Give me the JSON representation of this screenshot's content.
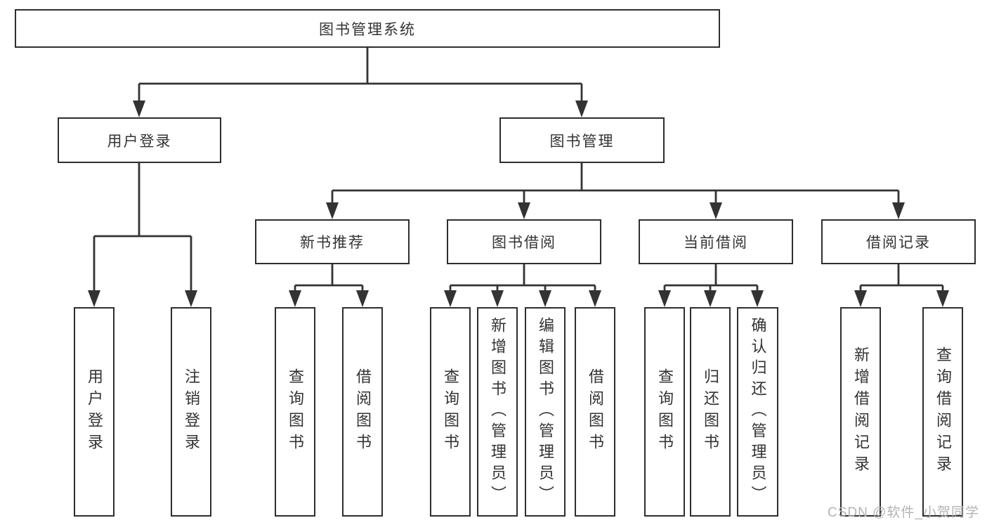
{
  "diagram": {
    "title": "图书管理系统",
    "branches": [
      {
        "label": "用户登录",
        "children": [
          "用户登录",
          "注销登录"
        ]
      },
      {
        "label": "图书管理",
        "children": [
          {
            "label": "新书推荐",
            "children": [
              "查询图书",
              "借阅图书"
            ]
          },
          {
            "label": "图书借阅",
            "children": [
              "查询图书",
              "新增图书（管理员）",
              "编辑图书（管理员）",
              "借阅图书"
            ]
          },
          {
            "label": "当前借阅",
            "children": [
              "查询图书",
              "归还图书",
              "确认归还（管理员）"
            ]
          },
          {
            "label": "借阅记录",
            "children": [
              "新增借阅记录",
              "查询借阅记录"
            ]
          }
        ]
      }
    ]
  },
  "watermark": "CSDN @软件_小贺同学",
  "colors": {
    "line": "#333333",
    "border": "#2e2e2e",
    "text": "#333333",
    "watermark": "#b3b3b3",
    "background": "#ffffff"
  }
}
